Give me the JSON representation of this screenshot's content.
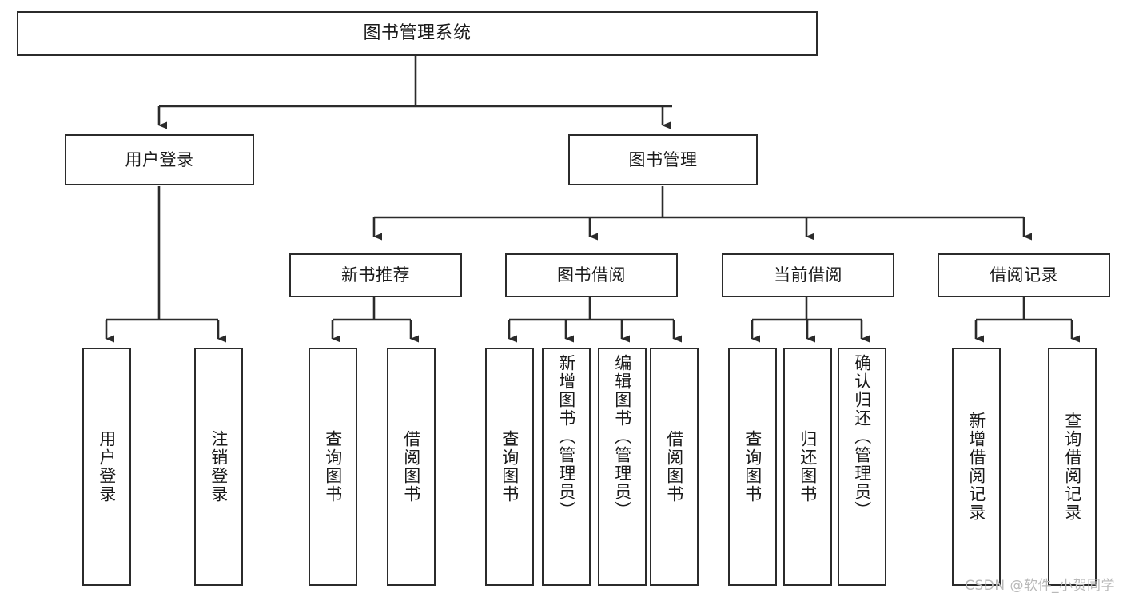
{
  "diagram": {
    "title": "图书管理系统",
    "watermark": "CSDN @软件_小贺同学",
    "colors": {
      "border": "#2b2b2b",
      "background": "#ffffff",
      "text": "#1a1a1a",
      "watermark": "#b9b9b9"
    },
    "root": {
      "label": "图书管理系统"
    },
    "level2": [
      {
        "label": "用户登录"
      },
      {
        "label": "图书管理"
      }
    ],
    "level3": [
      {
        "label": "新书推荐"
      },
      {
        "label": "图书借阅"
      },
      {
        "label": "当前借阅"
      },
      {
        "label": "借阅记录"
      }
    ],
    "leaves": {
      "user_login": [
        {
          "label": "用户登录"
        },
        {
          "label": "注销登录"
        }
      ],
      "new_book_recommend": [
        {
          "label": "查询图书"
        },
        {
          "label": "借阅图书"
        }
      ],
      "book_borrow": [
        {
          "label": "查询图书"
        },
        {
          "label": "新增图书（管理员）"
        },
        {
          "label": "编辑图书（管理员）"
        },
        {
          "label": "借阅图书"
        }
      ],
      "current_borrow": [
        {
          "label": "查询图书"
        },
        {
          "label": "归还图书"
        },
        {
          "label": "确认归还（管理员）"
        }
      ],
      "borrow_record": [
        {
          "label": "新增借阅记录"
        },
        {
          "label": "查询借阅记录"
        }
      ]
    }
  }
}
